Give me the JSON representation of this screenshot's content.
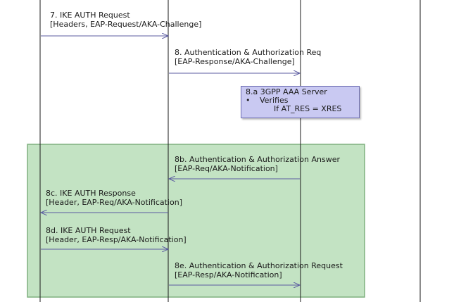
{
  "messages": {
    "m7": {
      "line1": "7. IKE AUTH Request",
      "line2": "[Headers, EAP-Request/AKA-Challenge]"
    },
    "m8": {
      "line1": "8. Authentication & Authorization Req",
      "line2": "[EAP-Response/AKA-Challenge]"
    },
    "m8b": {
      "line1": "8b. Authentication & Authorization Answer",
      "line2": "[EAP-Req/AKA-Notification]"
    },
    "m8c": {
      "line1": "8c. IKE AUTH Response",
      "line2": "[Header, EAP-Req/AKA-Notification]"
    },
    "m8d": {
      "line1": "8d. IKE AUTH Request",
      "line2": "[Header, EAP-Resp/AKA-Notification]"
    },
    "m8e": {
      "line1": "8e. Authentication & Authorization Request",
      "line2": "[EAP-Resp/AKA-Notification]"
    }
  },
  "note": {
    "title": "8.a 3GPP AAA Server",
    "bullet": "•",
    "item": "Verifies",
    "detail": "If AT_RES = XRES"
  },
  "colors": {
    "highlight_fill": "#c3e3c3",
    "highlight_border": "#7fb07f",
    "note_fill": "#c9c9f2",
    "arrow": "#5b5ba0",
    "lifeline": "#1a1a1a"
  }
}
